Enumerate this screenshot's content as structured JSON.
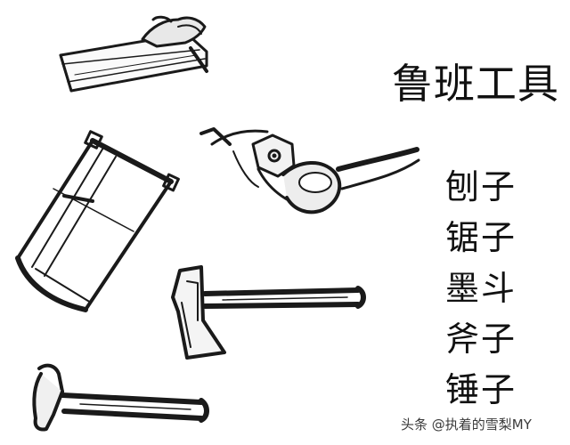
{
  "title": "鲁班工具",
  "tools": [
    {
      "name": "刨子",
      "icon": "plane-icon"
    },
    {
      "name": "锯子",
      "icon": "saw-icon"
    },
    {
      "name": "墨斗",
      "icon": "ink-marker-icon"
    },
    {
      "name": "斧子",
      "icon": "axe-icon"
    },
    {
      "name": "锤子",
      "icon": "hammer-icon"
    }
  ],
  "watermark": "头条 @执着的雪梨MY",
  "colors": {
    "ink": "#1a1a1a",
    "background": "#ffffff"
  }
}
